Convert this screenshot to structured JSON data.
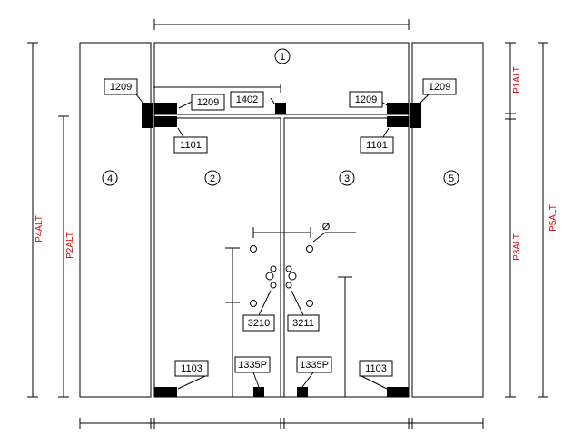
{
  "panels": [
    "1",
    "2",
    "3",
    "4",
    "5"
  ],
  "parts": {
    "left_top_outer": "1209",
    "left_top_inner": "1209",
    "top_center": "1402",
    "right_top_inner": "1209",
    "right_top_outer": "1209",
    "left_hinge": "1101",
    "right_hinge": "1101",
    "left_handle": "3210",
    "right_handle": "3211",
    "left_bottom": "1103",
    "left_bottom_center": "1335P",
    "right_bottom_center": "1335P",
    "right_bottom": "1103"
  },
  "dimensions": {
    "p1": "P1ALT",
    "p2": "P2ALT",
    "p3": "P3ALT",
    "p4": "P4ALT",
    "p5": "P5ALT",
    "diameter": "Ø"
  },
  "colors": {
    "line": "#000000",
    "dimension": "#e00000"
  }
}
